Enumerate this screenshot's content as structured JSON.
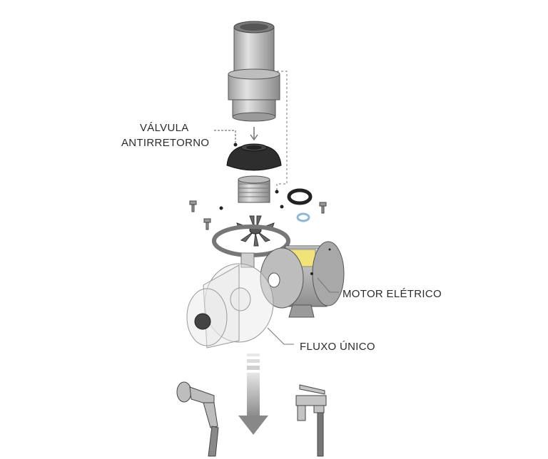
{
  "labels": {
    "valve_line1": "VÁLVULA",
    "valve_line2": "ANTIRRETORNO",
    "motor": "MOTOR ELÉTRICO",
    "flow": "FLUXO ÚNICO"
  },
  "colors": {
    "metal": "#c9c9c9",
    "dark": "#3a3a3a",
    "motor_label": "#f2e27a",
    "accent_ring": "#8fb7d4"
  }
}
